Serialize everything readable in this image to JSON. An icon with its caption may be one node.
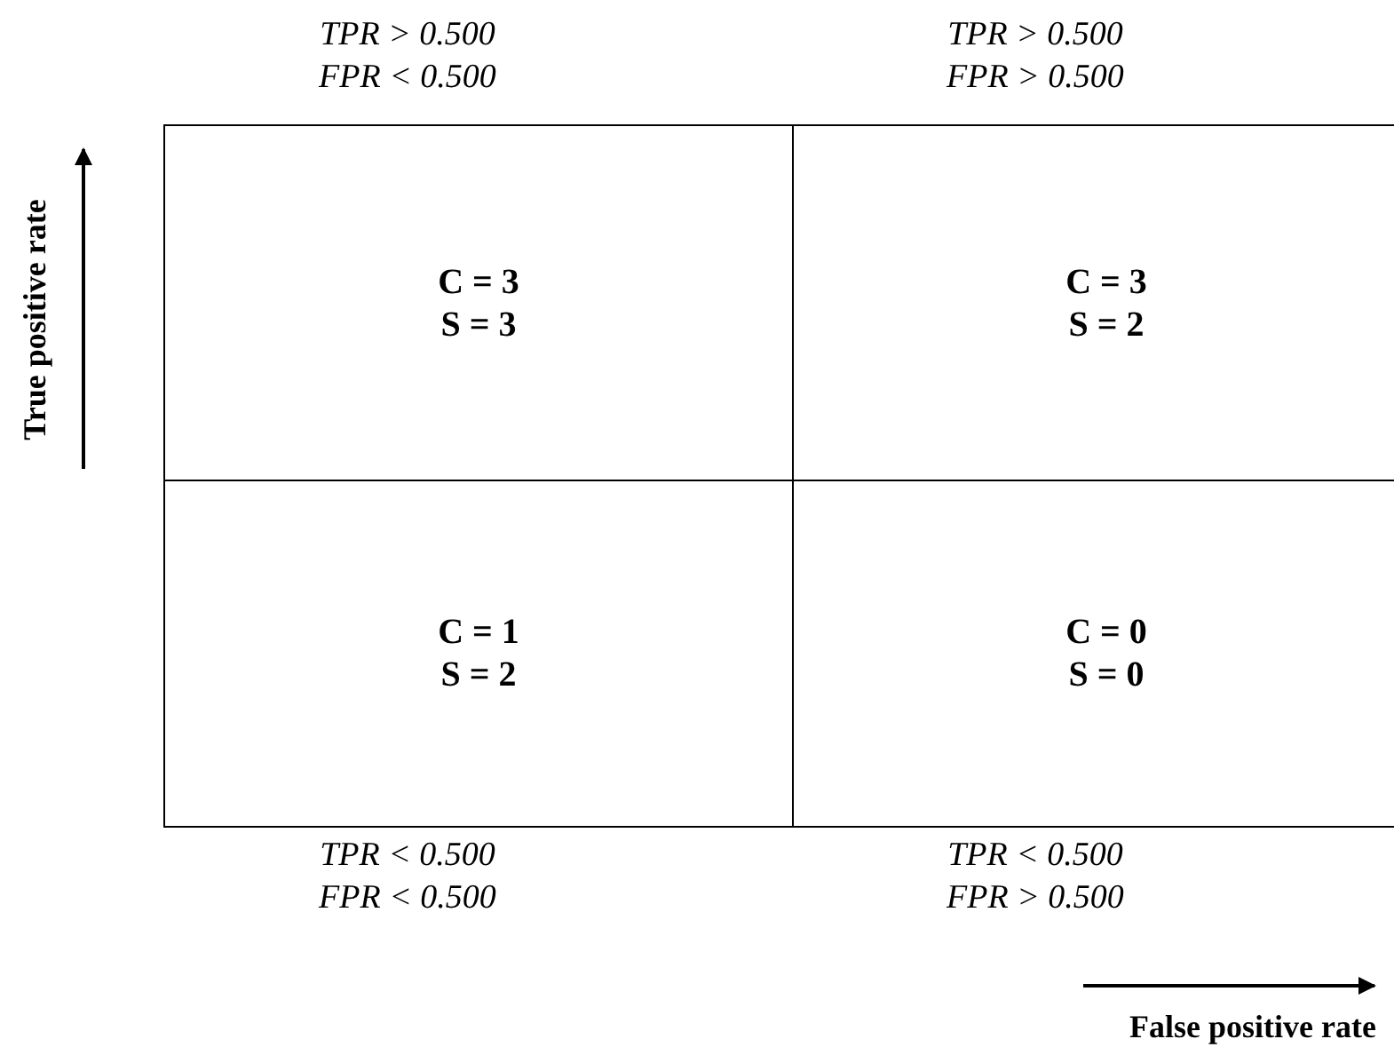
{
  "diagram": {
    "nodes": [
      {
        "text": [
          "C = 3",
          "S = 3"
        ],
        "beside": [
          "TPR > 0.500 FPR < 0.500"
        ]
      },
      {
        "text": [
          "C = 3",
          "S = 2"
        ],
        "beside": [
          "TPR > 0.500 FPR > 0.500"
        ]
      },
      {
        "text": [
          "C = 1",
          "S = 2"
        ],
        "beside": [
          "TPR < 0.500 FPR < 0.500"
        ]
      },
      {
        "text": [
          "C = 0",
          "S = 0"
        ],
        "beside": [
          "TPR < 0.500 FPR > 0.500"
        ]
      }
    ],
    "edges": [],
    "labels": [
      "True positive rate",
      "False positive rate"
    ]
  }
}
